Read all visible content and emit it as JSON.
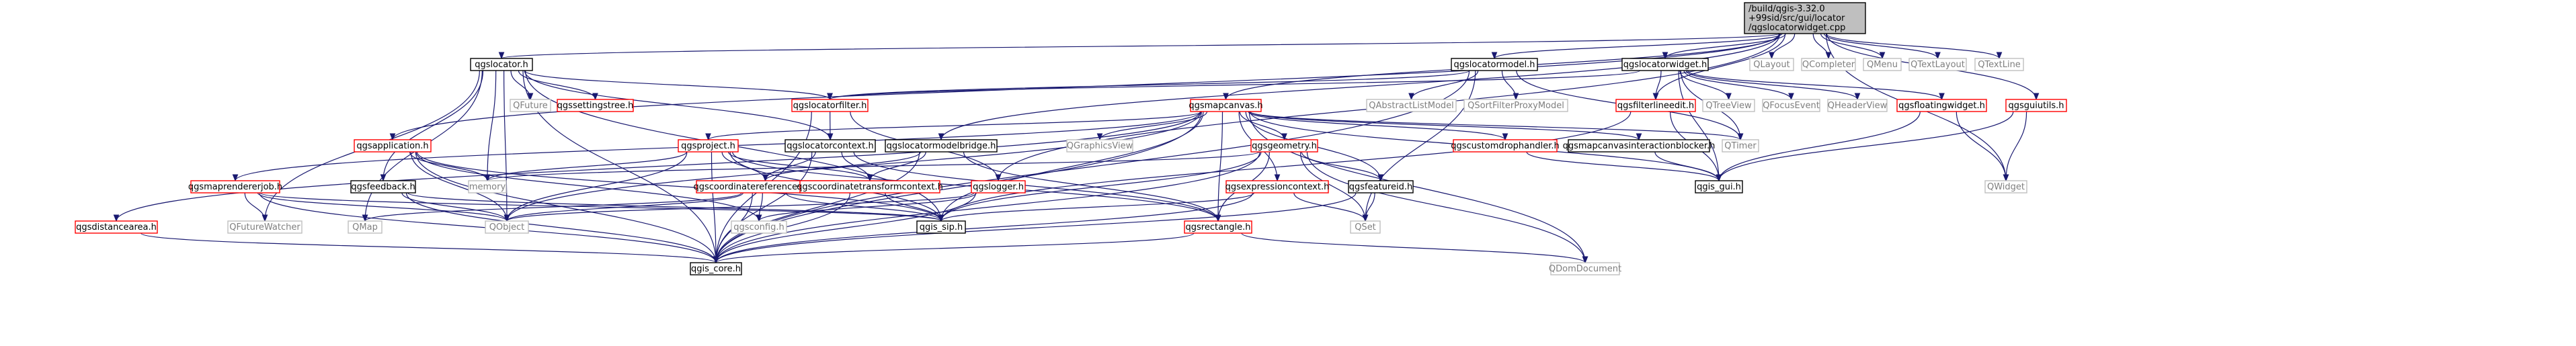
{
  "colors": {
    "edge": "#191970",
    "node_border_default": "#000000",
    "node_border_linked": "#ff0000",
    "node_border_external": "#bfbfbf",
    "node_fill": "#ffffff",
    "root_fill": "#bfbfbf",
    "text_default": "#000000",
    "text_external": "#7f7f7f"
  },
  "nodes": [
    {
      "id": "root",
      "lines": [
        "/build/qgis-3.32.0",
        "+99sid/src/gui/locator",
        "/qgslocatorwidget.cpp"
      ],
      "kind": "root"
    },
    {
      "id": "qgslocator_h",
      "lines": [
        "qgslocator.h"
      ],
      "kind": "normal"
    },
    {
      "id": "qgslocatormodel_h",
      "lines": [
        "qgslocatormodel.h"
      ],
      "kind": "normal"
    },
    {
      "id": "qgslocatorwidget_h",
      "lines": [
        "qgslocatorwidget.h"
      ],
      "kind": "normal"
    },
    {
      "id": "QLayout",
      "lines": [
        "QLayout"
      ],
      "kind": "external"
    },
    {
      "id": "QCompleter",
      "lines": [
        "QCompleter"
      ],
      "kind": "external"
    },
    {
      "id": "QMenu",
      "lines": [
        "QMenu"
      ],
      "kind": "external"
    },
    {
      "id": "QTextLayout",
      "lines": [
        "QTextLayout"
      ],
      "kind": "external"
    },
    {
      "id": "QTextLine",
      "lines": [
        "QTextLine"
      ],
      "kind": "external"
    },
    {
      "id": "QFuture",
      "lines": [
        "QFuture"
      ],
      "kind": "external"
    },
    {
      "id": "qgssettingstree_h",
      "lines": [
        "qgssettingstree.h"
      ],
      "kind": "linked"
    },
    {
      "id": "qgslocatorfilter_h",
      "lines": [
        "qgslocatorfilter.h"
      ],
      "kind": "linked"
    },
    {
      "id": "qgsmapcanvas_h",
      "lines": [
        "qgsmapcanvas.h"
      ],
      "kind": "linked"
    },
    {
      "id": "QAbstractListModel",
      "lines": [
        "QAbstractListModel"
      ],
      "kind": "external"
    },
    {
      "id": "QSortFilterProxyModel",
      "lines": [
        "QSortFilterProxyModel"
      ],
      "kind": "external"
    },
    {
      "id": "qgsfilterlineedit_h",
      "lines": [
        "qgsfilterlineedit.h"
      ],
      "kind": "linked"
    },
    {
      "id": "QTreeView",
      "lines": [
        "QTreeView"
      ],
      "kind": "external"
    },
    {
      "id": "QFocusEvent",
      "lines": [
        "QFocusEvent"
      ],
      "kind": "external"
    },
    {
      "id": "QHeaderView",
      "lines": [
        "QHeaderView"
      ],
      "kind": "external"
    },
    {
      "id": "qgsfloatingwidget_h",
      "lines": [
        "qgsfloatingwidget.h"
      ],
      "kind": "linked"
    },
    {
      "id": "qgsguiutils_h",
      "lines": [
        "qgsguiutils.h"
      ],
      "kind": "linked"
    },
    {
      "id": "qgsapplication_h",
      "lines": [
        "qgsapplication.h"
      ],
      "kind": "linked"
    },
    {
      "id": "qgsproject_h",
      "lines": [
        "qgsproject.h"
      ],
      "kind": "linked"
    },
    {
      "id": "qgslocatorcontext_h",
      "lines": [
        "qgslocatorcontext.h"
      ],
      "kind": "normal"
    },
    {
      "id": "qgslocatormodelbridge_h",
      "lines": [
        "qgslocatormodelbridge.h"
      ],
      "kind": "normal"
    },
    {
      "id": "QGraphicsView",
      "lines": [
        "QGraphicsView"
      ],
      "kind": "external"
    },
    {
      "id": "qgsgeometry_h",
      "lines": [
        "qgsgeometry.h"
      ],
      "kind": "linked"
    },
    {
      "id": "qgscustomdrophandler_h",
      "lines": [
        "qgscustomdrophandler.h"
      ],
      "kind": "linked"
    },
    {
      "id": "qgsmapcanvasinteractionblocker_h",
      "lines": [
        "qgsmapcanvasinteractionblocker.h"
      ],
      "kind": "normal"
    },
    {
      "id": "QTimer",
      "lines": [
        "QTimer"
      ],
      "kind": "external"
    },
    {
      "id": "QWidget",
      "lines": [
        "QWidget"
      ],
      "kind": "external"
    },
    {
      "id": "memory",
      "lines": [
        "memory"
      ],
      "kind": "external"
    },
    {
      "id": "qgsmaprendererjob_h",
      "lines": [
        "qgsmaprendererjob.h"
      ],
      "kind": "linked"
    },
    {
      "id": "qgsfeedback_h",
      "lines": [
        "qgsfeedback.h"
      ],
      "kind": "normal"
    },
    {
      "id": "qgscoordinatereferencesystem_h",
      "lines": [
        "qgscoordinatereferencesystem.h"
      ],
      "kind": "linked"
    },
    {
      "id": "qgscoordinatetransformcontext_h",
      "lines": [
        "qgscoordinatetransformcontext.h"
      ],
      "kind": "linked"
    },
    {
      "id": "qgslogger_h",
      "lines": [
        "qgslogger.h"
      ],
      "kind": "linked"
    },
    {
      "id": "qgsexpressioncontext_h",
      "lines": [
        "qgsexpressioncontext.h"
      ],
      "kind": "linked"
    },
    {
      "id": "qgsfeatureid_h",
      "lines": [
        "qgsfeatureid.h"
      ],
      "kind": "normal"
    },
    {
      "id": "qgis_gui_h",
      "lines": [
        "qgis_gui.h"
      ],
      "kind": "normal"
    },
    {
      "id": "qgsdistancearea_h",
      "lines": [
        "qgsdistancearea.h"
      ],
      "kind": "linked"
    },
    {
      "id": "QFutureWatcher",
      "lines": [
        "QFutureWatcher"
      ],
      "kind": "external"
    },
    {
      "id": "QMap",
      "lines": [
        "QMap"
      ],
      "kind": "external"
    },
    {
      "id": "QObject",
      "lines": [
        "QObject"
      ],
      "kind": "external"
    },
    {
      "id": "qgsconfig_h",
      "lines": [
        "qgsconfig.h"
      ],
      "kind": "external"
    },
    {
      "id": "qgis_sip_h",
      "lines": [
        "qgis_sip.h"
      ],
      "kind": "normal"
    },
    {
      "id": "qgsrectangle_h",
      "lines": [
        "qgsrectangle.h"
      ],
      "kind": "linked"
    },
    {
      "id": "QSet",
      "lines": [
        "QSet"
      ],
      "kind": "external"
    },
    {
      "id": "qgis_core_h",
      "lines": [
        "qgis_core.h"
      ],
      "kind": "normal"
    },
    {
      "id": "QDomDocument",
      "lines": [
        "QDomDocument"
      ],
      "kind": "external"
    }
  ],
  "edges": [
    [
      "root",
      "qgslocator_h"
    ],
    [
      "root",
      "qgslocatormodel_h"
    ],
    [
      "root",
      "qgslocatorwidget_h"
    ],
    [
      "root",
      "QLayout"
    ],
    [
      "root",
      "QCompleter"
    ],
    [
      "root",
      "QMenu"
    ],
    [
      "root",
      "QTextLayout"
    ],
    [
      "root",
      "QTextLine"
    ],
    [
      "root",
      "qgsapplication_h"
    ],
    [
      "root",
      "qgsmapcanvas_h"
    ],
    [
      "root",
      "qgsfilterlineedit_h"
    ],
    [
      "root",
      "qgslocatormodelbridge_h"
    ],
    [
      "root",
      "qgslogger_h"
    ],
    [
      "root",
      "qgsguiutils_h"
    ],
    [
      "root",
      "QWidget"
    ],
    [
      "qgslocator_h",
      "QFuture"
    ],
    [
      "qgslocator_h",
      "qgssettingstree_h"
    ],
    [
      "qgslocator_h",
      "qgslocatorfilter_h"
    ],
    [
      "qgslocator_h",
      "qgslocatorcontext_h"
    ],
    [
      "qgslocator_h",
      "memory"
    ],
    [
      "qgslocator_h",
      "qgsfeedback_h"
    ],
    [
      "qgslocator_h",
      "QFutureWatcher"
    ],
    [
      "qgslocator_h",
      "QMap"
    ],
    [
      "qgslocator_h",
      "QObject"
    ],
    [
      "qgslocator_h",
      "qgis_core_h"
    ],
    [
      "qgslocator_h",
      "qgis_sip_h"
    ],
    [
      "qgslocatormodel_h",
      "qgslocatorfilter_h"
    ],
    [
      "qgslocatormodel_h",
      "QAbstractListModel"
    ],
    [
      "qgslocatormodel_h",
      "QSortFilterProxyModel"
    ],
    [
      "qgslocatormodel_h",
      "QSet"
    ],
    [
      "qgslocatormodel_h",
      "qgis_core_h"
    ],
    [
      "qgslocatormodel_h",
      "QTimer"
    ],
    [
      "qgslocatorwidget_h",
      "qgslocatorfilter_h"
    ],
    [
      "qgslocatorwidget_h",
      "qgsfilterlineedit_h"
    ],
    [
      "qgslocatorwidget_h",
      "QTreeView"
    ],
    [
      "qgslocatorwidget_h",
      "QFocusEvent"
    ],
    [
      "qgslocatorwidget_h",
      "QHeaderView"
    ],
    [
      "qgslocatorwidget_h",
      "qgsfloatingwidget_h"
    ],
    [
      "qgslocatorwidget_h",
      "QTimer"
    ],
    [
      "qgslocatorwidget_h",
      "qgis_gui_h"
    ],
    [
      "qgslocatorfilter_h",
      "qgslocatorcontext_h"
    ],
    [
      "qgslocatorfilter_h",
      "qgslogger_h"
    ],
    [
      "qgslocatorfilter_h",
      "qgis_core_h"
    ],
    [
      "qgsmapcanvas_h",
      "qgsmaprendererjob_h"
    ],
    [
      "qgsmapcanvas_h",
      "qgsproject_h"
    ],
    [
      "qgsmapcanvas_h",
      "QGraphicsView"
    ],
    [
      "qgsmapcanvas_h",
      "qgsgeometry_h"
    ],
    [
      "qgsmapcanvas_h",
      "qgscustomdrophandler_h"
    ],
    [
      "qgsmapcanvas_h",
      "qgsmapcanvasinteractionblocker_h"
    ],
    [
      "qgsmapcanvas_h",
      "qgsexpressioncontext_h"
    ],
    [
      "qgsmapcanvas_h",
      "qgsfeatureid_h"
    ],
    [
      "qgsmapcanvas_h",
      "qgis_gui_h"
    ],
    [
      "qgsmapcanvas_h",
      "QTimer"
    ],
    [
      "qgsmapcanvas_h",
      "qgsdistancearea_h"
    ],
    [
      "qgsmapcanvas_h",
      "QDomDocument"
    ],
    [
      "qgsmapcanvas_h",
      "qgis_sip_h"
    ],
    [
      "qgsmapcanvas_h",
      "qgis_core_h"
    ],
    [
      "qgsmapcanvas_h",
      "QObject"
    ],
    [
      "qgsmapcanvas_h",
      "qgsrectangle_h"
    ],
    [
      "qgsfilterlineedit_h",
      "qgis_gui_h"
    ],
    [
      "qgsfilterlineedit_h",
      "qgis_sip_h"
    ],
    [
      "qgsfloatingwidget_h",
      "QWidget"
    ],
    [
      "qgsfloatingwidget_h",
      "qgis_gui_h"
    ],
    [
      "qgsguiutils_h",
      "QWidget"
    ],
    [
      "qgsguiutils_h",
      "qgis_gui_h"
    ],
    [
      "qgsapplication_h",
      "memory"
    ],
    [
      "qgsapplication_h",
      "QObject"
    ],
    [
      "qgsapplication_h",
      "qgis_core_h"
    ],
    [
      "qgsapplication_h",
      "qgis_sip_h"
    ],
    [
      "qgsapplication_h",
      "qgsconfig_h"
    ],
    [
      "qgsproject_h",
      "memory"
    ],
    [
      "qgsproject_h",
      "qgscoordinatereferencesystem_h"
    ],
    [
      "qgsproject_h",
      "qgscoordinatetransformcontext_h"
    ],
    [
      "qgsproject_h",
      "QObject"
    ],
    [
      "qgsproject_h",
      "qgis_core_h"
    ],
    [
      "qgsproject_h",
      "qgis_sip_h"
    ],
    [
      "qgsproject_h",
      "qgsrectangle_h"
    ],
    [
      "qgslocatorcontext_h",
      "qgscoordinatereferencesystem_h"
    ],
    [
      "qgslocatorcontext_h",
      "qgscoordinatetransformcontext_h"
    ],
    [
      "qgslocatorcontext_h",
      "qgis_core_h"
    ],
    [
      "qgslocatorcontext_h",
      "qgsrectangle_h"
    ],
    [
      "qgslocatormodelbridge_h",
      "qgscoordinatereferencesystem_h"
    ],
    [
      "qgslocatormodelbridge_h",
      "qgscoordinatetransformcontext_h"
    ],
    [
      "qgslocatormodelbridge_h",
      "qgis_core_h"
    ],
    [
      "qgslocatormodelbridge_h",
      "qgsrectangle_h"
    ],
    [
      "qgsgeometry_h",
      "memory"
    ],
    [
      "qgsgeometry_h",
      "qgsfeatureid_h"
    ],
    [
      "qgsgeometry_h",
      "qgis_core_h"
    ],
    [
      "qgsgeometry_h",
      "qgis_sip_h"
    ],
    [
      "qgsgeometry_h",
      "qgsrectangle_h"
    ],
    [
      "qgsgeometry_h",
      "QDomDocument"
    ],
    [
      "qgsgeometry_h",
      "QSet"
    ],
    [
      "qgscustomdrophandler_h",
      "qgis_gui_h"
    ],
    [
      "qgsmapcanvasinteractionblocker_h",
      "qgis_gui_h"
    ],
    [
      "qgsmaprendererjob_h",
      "QFutureWatcher"
    ],
    [
      "qgsmaprendererjob_h",
      "qgis_core_h"
    ],
    [
      "qgsmaprendererjob_h",
      "qgis_sip_h"
    ],
    [
      "qgsmaprendererjob_h",
      "QObject"
    ],
    [
      "qgsfeedback_h",
      "QObject"
    ],
    [
      "qgsfeedback_h",
      "qgis_core_h"
    ],
    [
      "qgsfeedback_h",
      "qgis_sip_h"
    ],
    [
      "qgscoordinatereferencesystem_h",
      "QMap"
    ],
    [
      "qgscoordinatereferencesystem_h",
      "QObject"
    ],
    [
      "qgscoordinatereferencesystem_h",
      "qgsconfig_h"
    ],
    [
      "qgscoordinatereferencesystem_h",
      "qgis_core_h"
    ],
    [
      "qgscoordinatereferencesystem_h",
      "qgis_sip_h"
    ],
    [
      "qgscoordinatetransformcontext_h",
      "qgis_core_h"
    ],
    [
      "qgscoordinatetransformcontext_h",
      "qgis_sip_h"
    ],
    [
      "qgslogger_h",
      "qgsconfig_h"
    ],
    [
      "qgslogger_h",
      "qgis_core_h"
    ],
    [
      "qgslogger_h",
      "QObject"
    ],
    [
      "qgsexpressioncontext_h",
      "qgis_core_h"
    ],
    [
      "qgsexpressioncontext_h",
      "qgis_sip_h"
    ],
    [
      "qgsexpressioncontext_h",
      "QSet"
    ],
    [
      "qgsfeatureid_h",
      "QSet"
    ],
    [
      "qgsfeatureid_h",
      "qgis_core_h"
    ],
    [
      "qgsdistancearea_h",
      "qgis_core_h"
    ],
    [
      "qgsrectangle_h",
      "qgis_core_h"
    ],
    [
      "qgsrectangle_h",
      "QDomDocument"
    ]
  ]
}
